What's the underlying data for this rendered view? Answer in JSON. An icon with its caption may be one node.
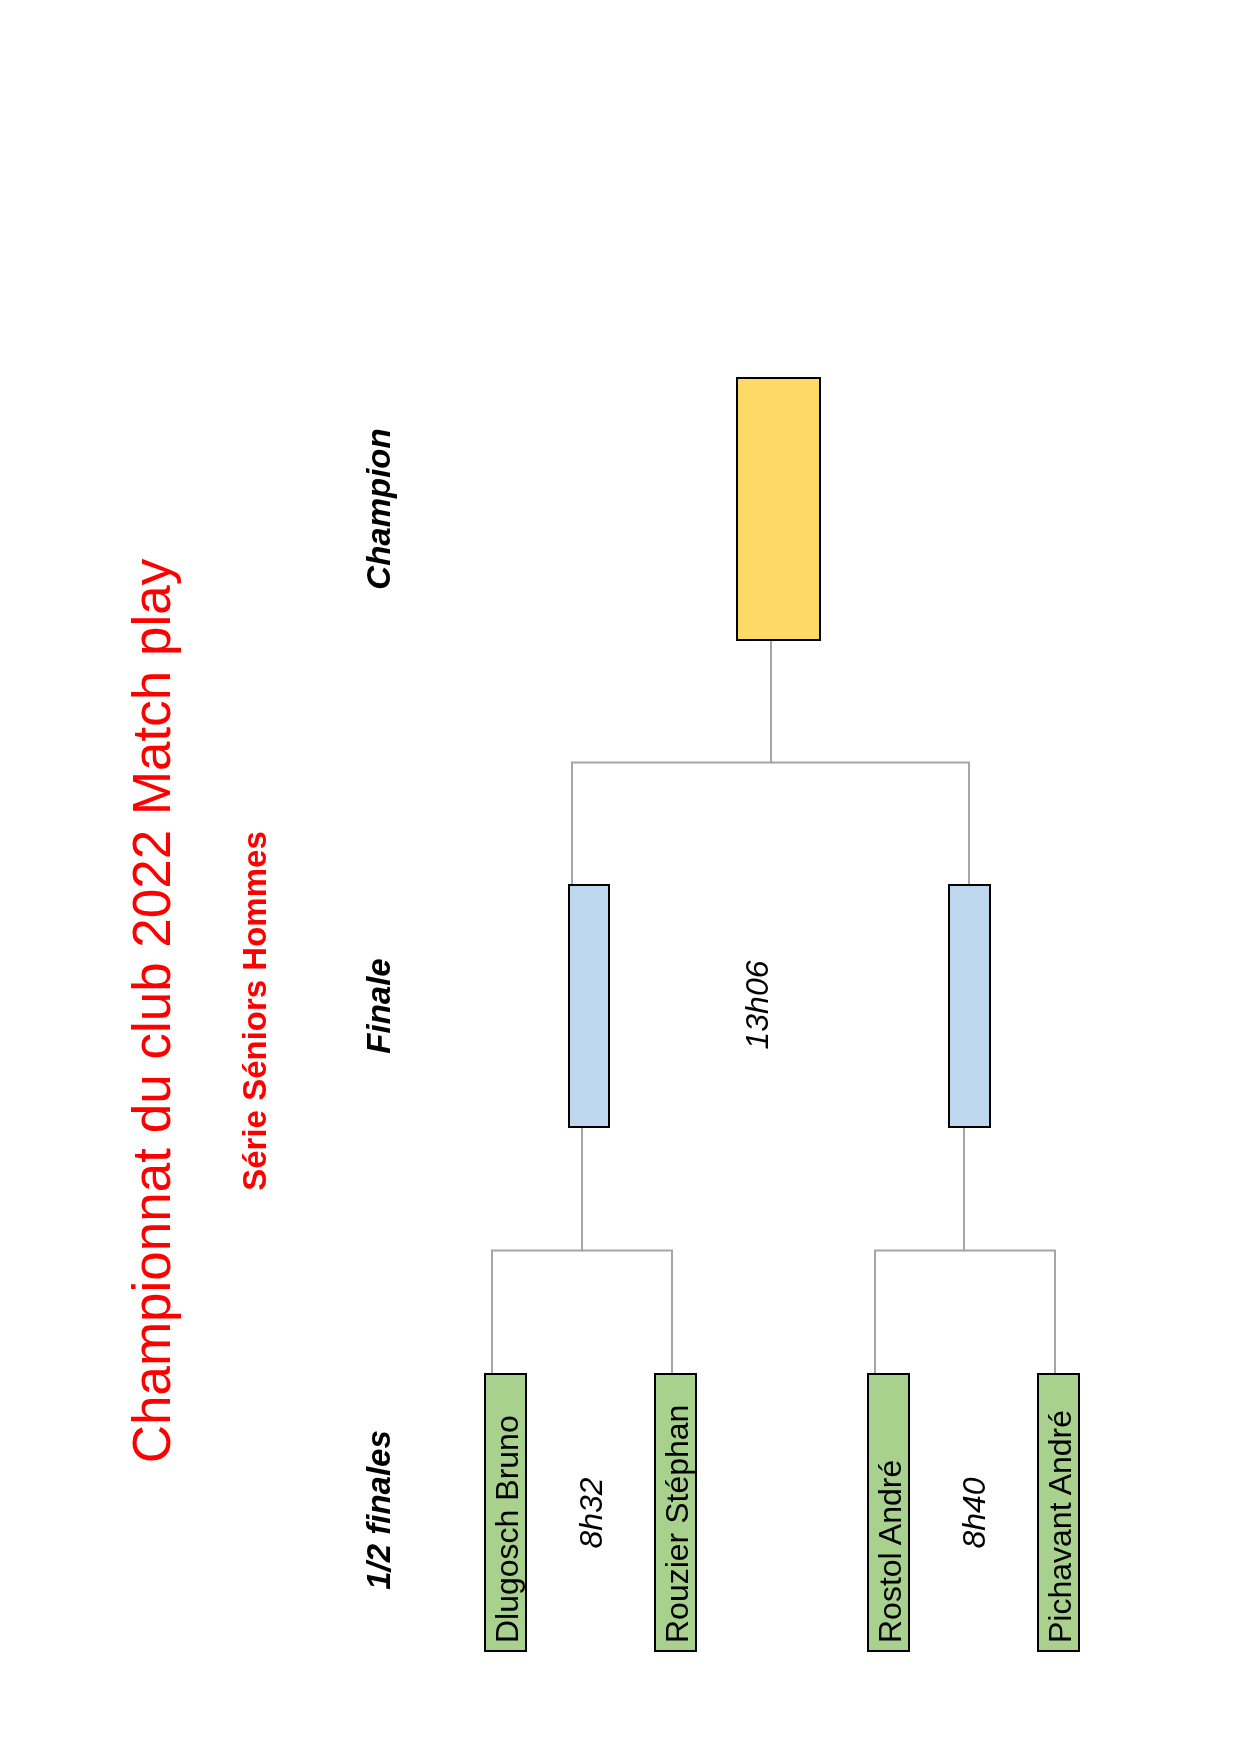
{
  "diagram": {
    "title": "Championnat du club 2022 Match play",
    "nodes": [
      {
        "text": [
          "Dlugosch Bruno"
        ]
      },
      {
        "text": [
          "Rouzier Stéphan"
        ]
      },
      {
        "text": [
          "Rostol André"
        ]
      },
      {
        "text": [
          "Pichavant André"
        ]
      },
      {
        "text": [],
        "shape": "box"
      },
      {
        "text": [],
        "shape": "box"
      },
      {
        "text": [],
        "shape": "box"
      }
    ],
    "edges": [
      {
        "from": 0,
        "to": 4,
        "arrow": "none"
      },
      {
        "from": 1,
        "to": 4,
        "arrow": "none"
      },
      {
        "from": 2,
        "to": 5,
        "arrow": "none"
      },
      {
        "from": 3,
        "to": 5,
        "arrow": "none"
      },
      {
        "from": 4,
        "to": 6,
        "arrow": "none"
      },
      {
        "from": 5,
        "to": 6,
        "arrow": "none"
      }
    ],
    "labels": [
      "Série Séniors Hommes",
      "1/2 finales",
      "Finale",
      "Champion",
      "8h32",
      "13h06",
      "8h40"
    ]
  }
}
